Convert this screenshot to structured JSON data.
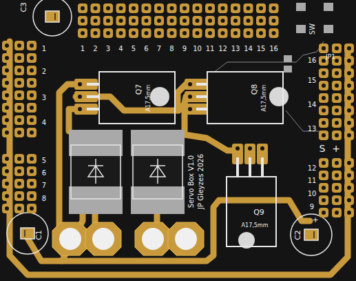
{
  "diagram": {
    "nodes": [
      {
        "text": [
          "Q7",
          "A17,5mm"
        ]
      },
      {
        "text": [
          "Q8",
          "A17,5mm"
        ]
      },
      {
        "text": [
          "Q9",
          "A17,5mm"
        ]
      }
    ],
    "labels": [
      "C3",
      "1",
      "2",
      "3",
      "4",
      "5",
      "6",
      "7",
      "8",
      "9",
      "10",
      "11",
      "12",
      "13",
      "14",
      "15",
      "16",
      "SW",
      "1",
      "2",
      "3",
      "4",
      "5",
      "6",
      "7",
      "8",
      "16",
      "15",
      "14",
      "13",
      "S",
      "+",
      "12",
      "11",
      "10",
      "9",
      "Servo Box V1.0",
      "JP Gleyzes 2026",
      "C1",
      "C2",
      "+",
      "JP1"
    ]
  }
}
